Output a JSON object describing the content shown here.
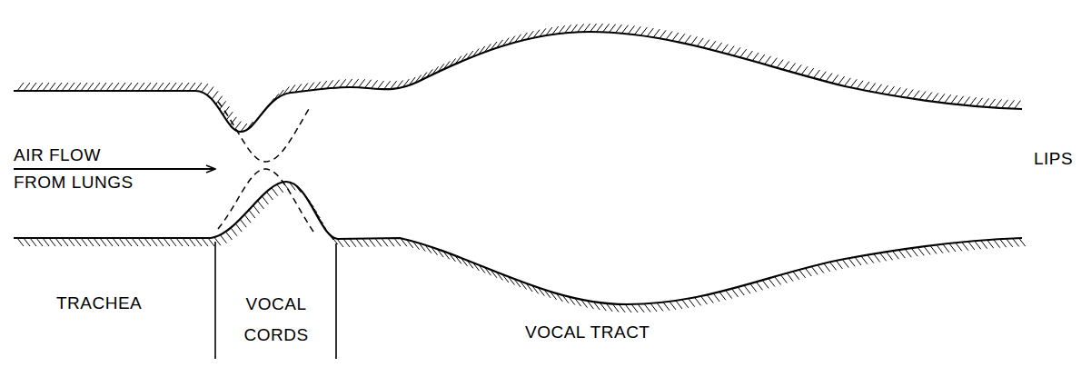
{
  "diagram": {
    "labels": [
      "AIR FLOW FROM LUNGS",
      "LIPS",
      "TRACHEA",
      "VOCAL CORDS",
      "VOCAL TRACT"
    ]
  }
}
